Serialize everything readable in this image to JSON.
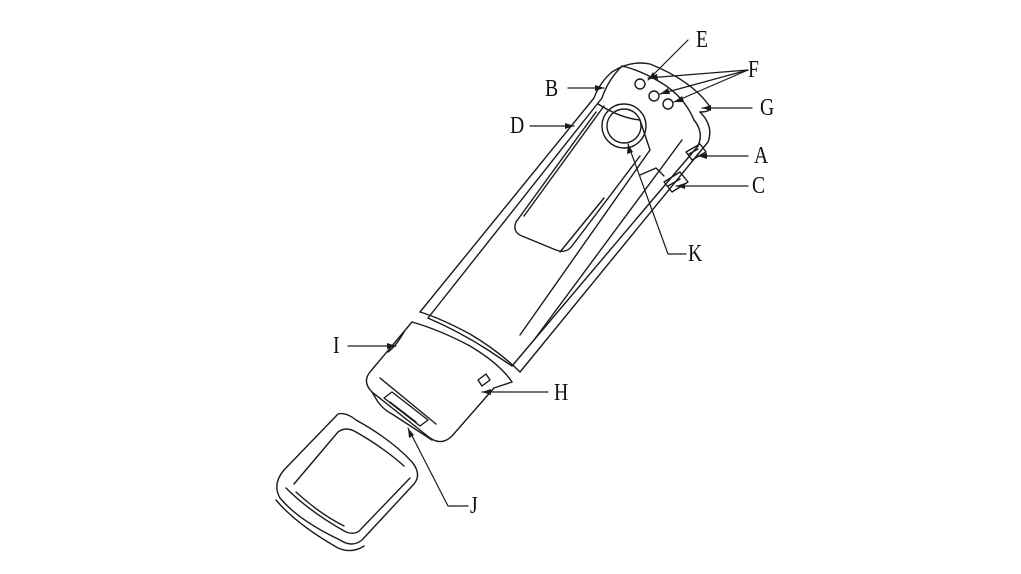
{
  "labels": {
    "A": "A",
    "B": "B",
    "C": "C",
    "D": "D",
    "E": "E",
    "F": "F",
    "G": "G",
    "H": "H",
    "I": "I",
    "J": "J",
    "K": "K"
  },
  "colors": {
    "ink": "#1a1a1a",
    "background": "#ffffff"
  }
}
